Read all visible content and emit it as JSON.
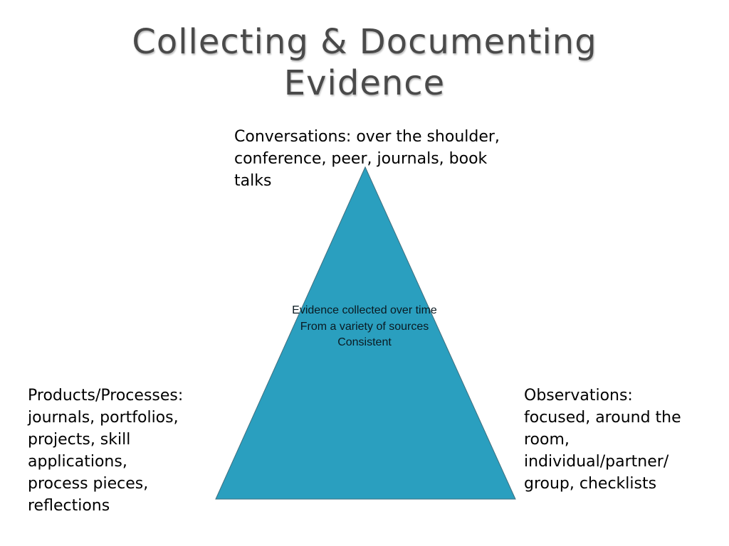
{
  "title": {
    "lines": [
      "Collecting & Documenting",
      "Evidence"
    ]
  },
  "triangle": {
    "fill_color": "#2a9fbf",
    "stroke_color": "#3f6f7f",
    "center_lines": [
      "Evidence collected over time",
      "From a variety of sources",
      "Consistent"
    ]
  },
  "labels": {
    "top": {
      "lines": [
        "Conversations: over the shoulder,",
        "conference, peer, journals, book",
        "talks"
      ]
    },
    "left": {
      "lines": [
        "Products/Processes:",
        "journals, portfolios,",
        "projects, skill",
        "applications,",
        "process pieces,",
        "reflections"
      ]
    },
    "right": {
      "lines": [
        "Observations:",
        "focused, around the",
        "room,",
        "individual/partner/",
        "group, checklists"
      ]
    }
  }
}
